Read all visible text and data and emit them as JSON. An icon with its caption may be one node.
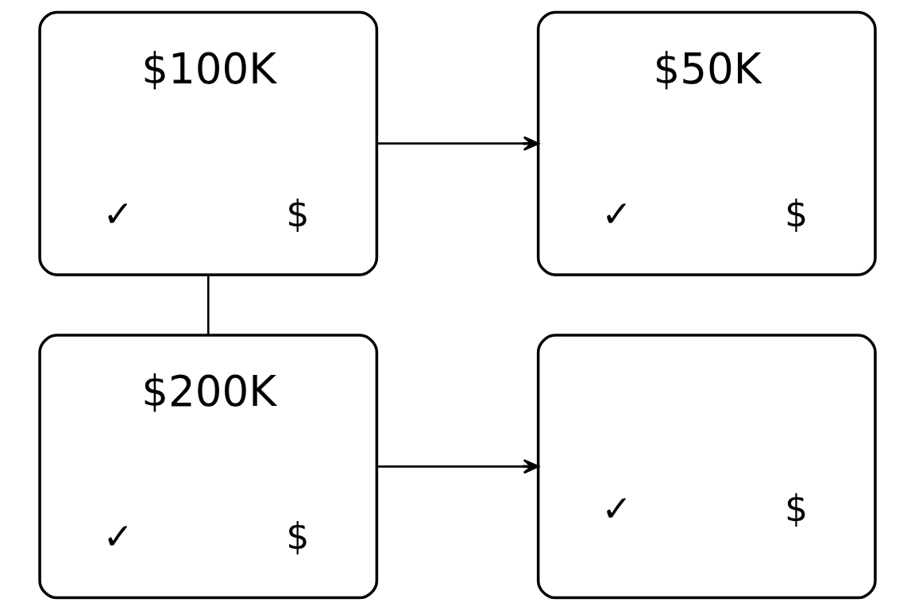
{
  "diagram": {
    "nodes": [
      {
        "text": [
          "$100K",
          "✓",
          "$"
        ]
      },
      {
        "text": [
          "$50K",
          "✓",
          "$"
        ]
      },
      {
        "text": [
          "$200K",
          "✓",
          "$"
        ]
      },
      {
        "text": [
          "✓",
          "$"
        ]
      }
    ],
    "edges": [
      {
        "from": 0,
        "to": 1,
        "arrow": "to"
      },
      {
        "from": 0,
        "to": 2,
        "arrow": "none"
      },
      {
        "from": 2,
        "to": 3,
        "arrow": "to"
      }
    ]
  }
}
